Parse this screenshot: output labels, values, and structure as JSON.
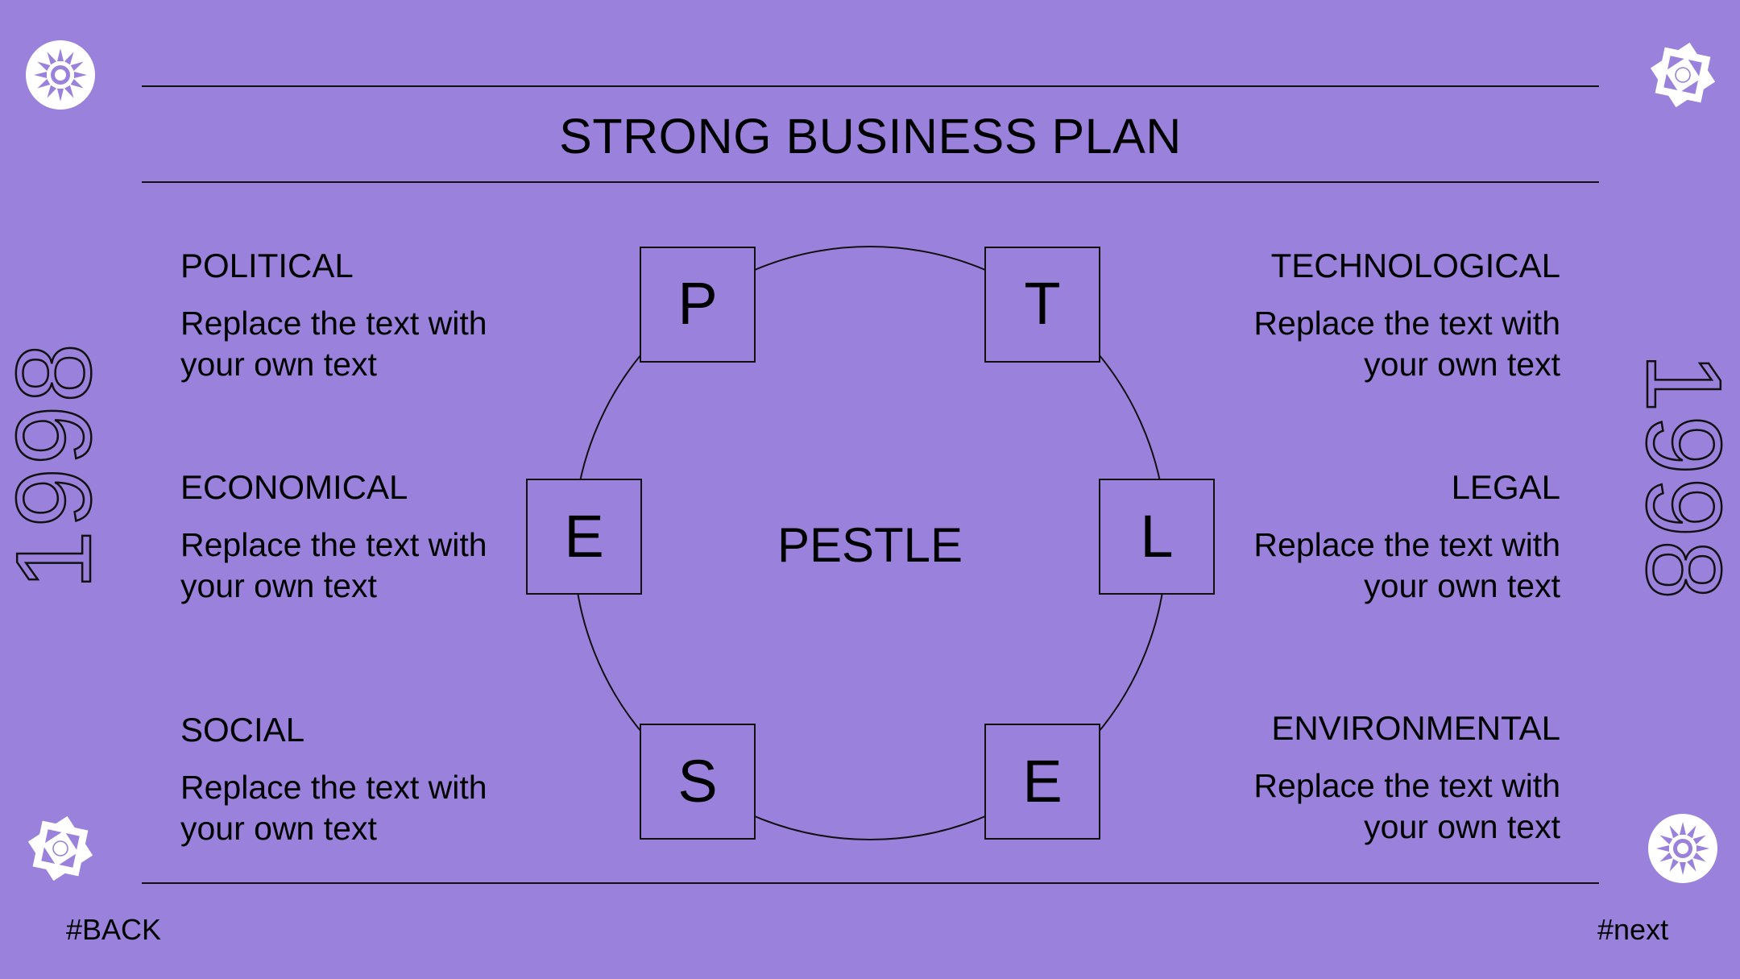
{
  "title": "STRONG BUSINESS PLAN",
  "center_label": "PESTLE",
  "letters": {
    "p": "P",
    "t": "T",
    "e_left": "E",
    "l": "L",
    "s": "S",
    "e_bottom": "E"
  },
  "factors": {
    "political": {
      "heading": "POLITICAL",
      "line1": "Replace the text with",
      "line2": "your own text"
    },
    "economical": {
      "heading": "ECONOMICAL",
      "line1": "Replace the text with",
      "line2": "your own text"
    },
    "social": {
      "heading": "SOCIAL",
      "line1": "Replace the text with",
      "line2": "your own text"
    },
    "technological": {
      "heading": "TECHNOLOGICAL",
      "line1": "Replace the text with",
      "line2": "your own text"
    },
    "legal": {
      "heading": "LEGAL",
      "line1": "Replace the text with",
      "line2": "your own text"
    },
    "environmental": {
      "heading": "ENVIRONMENTAL",
      "line1": "Replace the text with",
      "line2": "your own text"
    }
  },
  "year_left": "1998",
  "year_right": "1998",
  "nav": {
    "back": "#BACK",
    "next": "#next"
  },
  "colors": {
    "background": "#9a82dc",
    "line": "#111111",
    "ornament": "#ffffff"
  }
}
